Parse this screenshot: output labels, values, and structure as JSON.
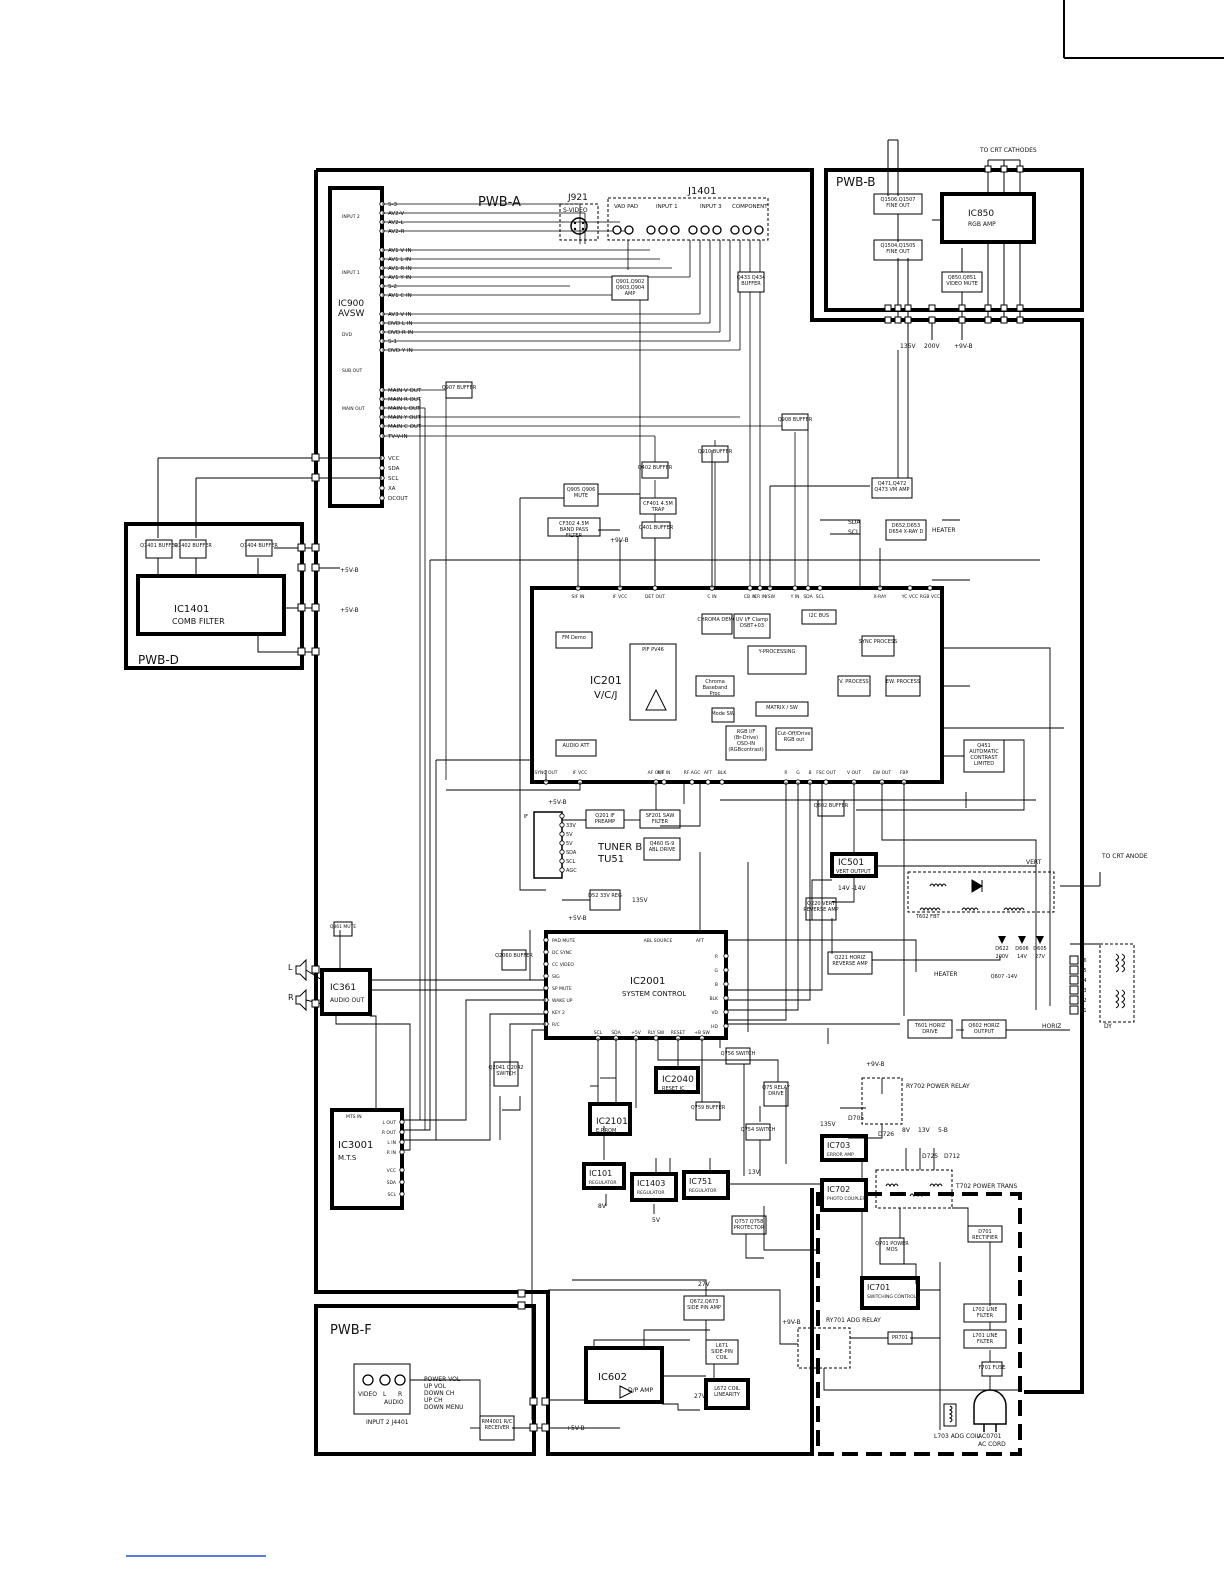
{
  "boards": {
    "pwb_a": "PWB-A",
    "pwb_b": "PWB-B",
    "pwb_d": "PWB-D",
    "pwb_f": "PWB-F"
  },
  "connectors": {
    "j921": "J921",
    "j921_svideo": "S-VIDEO",
    "j1401": "J1401",
    "vad_pad": "VAD PAD",
    "input1": "INPUT 1",
    "input3": "INPUT 3",
    "component": "COMPONENT",
    "to_crt_cathodes": "TO CRT CATHODES",
    "to_crt_anode": "TO CRT ANODE",
    "j4401": "INPUT 2 J4401",
    "video": "VIDEO",
    "audio": "AUDIO",
    "ac_cord": "AC CORD"
  },
  "ic900": {
    "name": "IC900",
    "sub": "AVSW",
    "group_labels": [
      "INPUT 2",
      "INPUT 1",
      "DVD",
      "SUB OUT",
      "MAIN OUT"
    ],
    "pins": [
      "S-3",
      "AV2-V",
      "AV2-L",
      "AV2-R",
      "AV1 V IN",
      "AV1 L IN",
      "AV1 R IN",
      "AV1 Y IN",
      "S-2",
      "AV1 C IN",
      "AV3 V IN",
      "DVD L IN",
      "DVD R IN",
      "S-1",
      "DVD Y IN",
      "MAIN V OUT",
      "MAIN R OUT",
      "MAIN L OUT",
      "MAIN Y OUT",
      "MAIN C OUT",
      "TV-V-IN",
      "VCC",
      "SDA",
      "SCL",
      "XA",
      "DCOUT"
    ]
  },
  "pwb_b_blocks": {
    "ic850": "IC850",
    "ic850_sub": "RGB AMP",
    "q1506": "Q1506,Q1507 FINE OUT",
    "q1504": "Q1504,Q1505 FINE OUT",
    "q850": "Q850,Q851 VIDEO MUTE",
    "rail1": "135V",
    "rail2": "200V",
    "rail3": "+9V-B"
  },
  "pwb_d_blocks": {
    "q1401": "Q1401 BUFFER",
    "q1402": "Q1402 BUFFER",
    "q1404": "Q1404 BUFFER",
    "ic1401": "IC1401",
    "ic1401_sub": "COMB FILTER",
    "supply": "+5V-B"
  },
  "buffers": {
    "q901": "Q901,Q902 Q903,Q904 AMP",
    "q433": "Q433 Q434 BUFFER",
    "q907": "Q907 BUFFER",
    "q908": "Q908 BUFFER",
    "q910": "Q910 BUFFER",
    "q402": "Q402 BUFFER",
    "q905": "Q905 Q906 MUTE",
    "cf401": "CF401 4.5M TRAP",
    "cf302": "CF302 4.5M BAND PASS FILTER",
    "q401": "Q401 BUFFER",
    "q471": "Q471,Q472 Q473 VM AMP",
    "d652": "D652,D653 D654 X-RAY D",
    "heater": "HEATER",
    "sda": "SDA",
    "scl": "SCL",
    "v9b": "+9V-B"
  },
  "ic201": {
    "name": "IC201",
    "sub": "V/C/J",
    "fm_demo": "FM Demo",
    "pif": "PIF PV46",
    "audio_att": "AUDIO ATT",
    "chroma_demo": "CHROMA DEMO",
    "uv_if": "UV I/F Clamp DSBT+03",
    "i2c_bus": "I2C BUS",
    "sync_process": "SYNC PROCESS",
    "y_processing": "Y-PROCESSING",
    "chroma_baseband": "Chroma Baseband Proc",
    "matrix": "MATRIX / SW",
    "mode_sw": "Mode SW",
    "rgb_if": "RGB I/F (Br-Drive) OSD-IN (RGBcontrast)",
    "cut_off": "Cut-Off/Drive RGB out",
    "v_process": "V. PROCESS",
    "ew_process": "EW. PROCESS",
    "q451": "Q451 AUTOMATIC CONTRAST LIMITED",
    "q802": "Q802 BUFFER",
    "pins_top": [
      "SIF IN",
      "IF VCC",
      "DET OUT",
      "C IN",
      "CB IN",
      "CR IN",
      "YSW",
      "Y IN",
      "SDA",
      "SCL",
      "X-RAY",
      "YC VCC",
      "RGB VCC"
    ],
    "pins_bottom": [
      "SYNC OUT",
      "IF VCC",
      "AF OUT",
      "PIF IN",
      "RF AGC",
      "AFT",
      "BLK",
      "R",
      "G",
      "B",
      "FSC OUT",
      "V OUT",
      "EW OUT",
      "FBP"
    ]
  },
  "tuner": {
    "name": "TUNER B",
    "model": "TU51",
    "pins": [
      "IF",
      "33V",
      "5V",
      "5V",
      "SDA",
      "SCL",
      "AGC"
    ],
    "q201": "Q201 IF PREAMP",
    "sf201": "SF201 SAW FILTER",
    "q460": "Q460 IS-9 ABL DRIVE",
    "d52": "D52 33V REG",
    "v135": "135V",
    "v5b": "+5V-B"
  },
  "ic2001": {
    "name": "IC2001",
    "sub": "SYSTEM CONTROL",
    "pins_left": [
      "PAD MUTE",
      "DC SYNC",
      "CC VIDEO",
      "SIG",
      "SP MUTE",
      "WAKE UP",
      "KEY 2",
      "R/C"
    ],
    "pins_top": [
      "ABL SOURCE",
      "AFT"
    ],
    "pins_right": [
      "R",
      "G",
      "B",
      "BLK",
      "VD",
      "HD"
    ],
    "pins_bottom": [
      "SCL",
      "SDA",
      "+5V",
      "RLY SW",
      "RESET",
      "+B SW"
    ],
    "q2060": "Q2060 BUFFER",
    "q2041": "Q2041 Q2042 SWITCH",
    "ic2040": "IC2040",
    "ic2040_sub": "RESET IC",
    "ic2101": "IC2101",
    "ic2101_sub": "E.P.ROM",
    "q756": "Q756 SWITCH"
  },
  "audio": {
    "q361": "Q361 MUTE",
    "ic361": "IC361",
    "ic361_sub": "AUDIO OUT",
    "ic3001": "IC3001",
    "ic3001_sub": "M.T.S",
    "mts_pins": [
      "MTS IN",
      "L OUT",
      "R OUT",
      "L IN",
      "R IN",
      "VCC",
      "SDA",
      "SCL"
    ],
    "v13": "13V"
  },
  "deflection": {
    "ic501": "IC501",
    "ic501_sub": "VERT OUTPUT",
    "q220": "Q220 VERT REVERSE AMP",
    "q221": "Q221 HORIZ REVERSE AMP",
    "t601": "T601 HORIZ DRIVE",
    "q602": "Q602 HORIZ OUTPUT",
    "t602": "T602 FBT",
    "vert": "VERT",
    "horiz": "HORIZ",
    "dy": "DY",
    "x_pins": [
      "X6",
      "X5",
      "X4",
      "X3",
      "X2",
      "X1"
    ],
    "fbt_out": [
      "200V",
      "14V",
      "27V"
    ],
    "d622": "D622",
    "d606": "D606",
    "d605": "D605",
    "q607": "Q607 -14V",
    "v14": "14V -14V"
  },
  "power": {
    "q75": "Q75 RELAY DRIVE",
    "q759": "Q759 BUFFER",
    "q754": "Q754 SWITCH",
    "ry702": "RY702 POWER RELAY",
    "d705": "D705",
    "d726": "D726",
    "d725": "D725",
    "d712": "D712",
    "ic703": "IC703",
    "ic703_sub": "ERROR AMP",
    "ic702": "IC702",
    "ic702_sub": "PHOTO COUPLER",
    "t702": "T702 POWER TRANS",
    "ic101": "IC101",
    "ic101_sub": "REGULATOR",
    "ic1403": "IC1403",
    "ic1403_sub": "REGULATOR",
    "ic751": "IC751",
    "ic751_sub": "REGULATOR",
    "q757": "Q757 Q758 PROTECTOR",
    "q701": "Q701 POWER MOS",
    "ic701": "IC701",
    "ic701_sub": "SWITCHING CONTROL",
    "d701": "D701 RECTIFIER",
    "l702": "L702 LINE FILTER",
    "l701": "L701 LINE FILTER",
    "f701": "F701 FUSE",
    "ry701": "RY701 ADG RELAY",
    "pr701": "PR701",
    "l703": "L703 ADG COIL",
    "ac701": "AC0701",
    "rails": [
      "8V",
      "13V",
      "5-B"
    ],
    "v9b": "+9V-B",
    "v5b": "+5V-B",
    "v135": "135V",
    "v8": "8V",
    "v5": "5V",
    "v27": "27V"
  },
  "pwb_f_blocks": {
    "ic602": "IC602",
    "ic602_sub": "D/P AMP",
    "q672": "Q672,Q673 SIDE PIN AMP",
    "l671": "L671 SIDE-PIN COIL",
    "l672": "L672 COIL LINEARITY",
    "rm": "RM4001 R/C RECEIVER",
    "keys": "POWER VOL UP VOL DOWN CH UP CH DOWN MENU",
    "l": "L",
    "r": "R"
  },
  "speakers": {
    "left": "L",
    "right": "R"
  }
}
